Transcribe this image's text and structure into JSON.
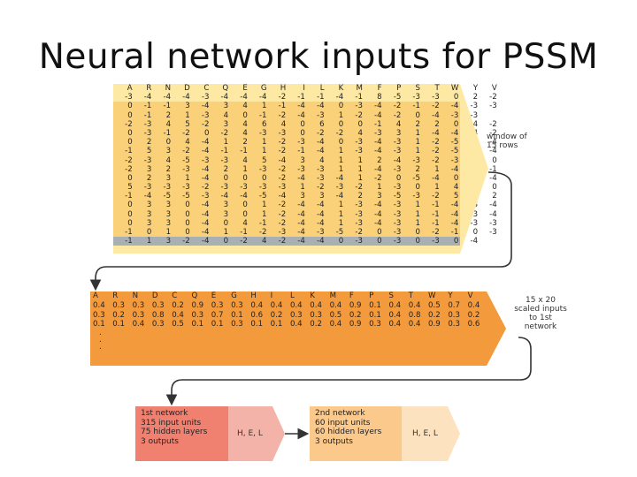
{
  "title": "Neural network inputs for PSSM",
  "pssm": {
    "headers": [
      "A",
      "R",
      "N",
      "D",
      "C",
      "Q",
      "E",
      "G",
      "H",
      "I",
      "L",
      "K",
      "M",
      "F",
      "P",
      "S",
      "T",
      "W",
      "Y",
      "V"
    ],
    "rows": [
      [
        "-3",
        "-4",
        "-4",
        "-4",
        "-3",
        "-4",
        "-4",
        "-4",
        "-2",
        "-1",
        "-1",
        "-4",
        "-1",
        "8",
        "-5",
        "-3",
        "-3",
        "0",
        "2",
        "-2"
      ],
      [
        "0",
        "-1",
        "-1",
        "3",
        "-4",
        "3",
        "4",
        "1",
        "-1",
        "-4",
        "-4",
        "0",
        "-3",
        "-4",
        "-2",
        "-1",
        "-2",
        "-4",
        "-3",
        "-3"
      ],
      [
        "0",
        "-1",
        "2",
        "1",
        "-3",
        "4",
        "0",
        "-1",
        "-2",
        "-4",
        "-3",
        "1",
        "-2",
        "-4",
        "-2",
        "0",
        "-4",
        "-3",
        "-3",
        ""
      ],
      [
        "-2",
        "-3",
        "4",
        "5",
        "-2",
        "3",
        "4",
        "6",
        "4",
        "0",
        "6",
        "0",
        "0",
        "-1",
        "4",
        "2",
        "2",
        "0",
        "4",
        "-2"
      ],
      [
        "0",
        "-3",
        "-1",
        "-2",
        "0",
        "-2",
        "4",
        "-3",
        "-3",
        "0",
        "-2",
        "-2",
        "4",
        "-3",
        "3",
        "1",
        "-4",
        "-4",
        "-4",
        "-2"
      ],
      [
        "0",
        "2",
        "0",
        "4",
        "-4",
        "1",
        "2",
        "1",
        "-2",
        "-3",
        "-4",
        "0",
        "-3",
        "-4",
        "-3",
        "1",
        "-2",
        "-5",
        "-4",
        "-4"
      ],
      [
        "-1",
        "5",
        "3",
        "-2",
        "-4",
        "-1",
        "-1",
        "1",
        "-2",
        "-1",
        "-4",
        "1",
        "-3",
        "-4",
        "-3",
        "1",
        "-2",
        "-5",
        "-4",
        "-4"
      ],
      [
        "-2",
        "-3",
        "4",
        "-5",
        "-3",
        "-3",
        "4",
        "5",
        "-4",
        "3",
        "4",
        "1",
        "1",
        "2",
        "-4",
        "-3",
        "-2",
        "-3",
        "1",
        "0"
      ],
      [
        "-2",
        "3",
        "2",
        "-3",
        "-4",
        "2",
        "1",
        "-3",
        "-2",
        "-3",
        "-3",
        "1",
        "1",
        "-4",
        "-3",
        "2",
        "1",
        "-4",
        "-3",
        "-1"
      ],
      [
        "0",
        "2",
        "3",
        "1",
        "-4",
        "0",
        "0",
        "0",
        "-2",
        "-4",
        "-3",
        "-4",
        "1",
        "-2",
        "0",
        "-5",
        "-4",
        "0",
        "-4",
        "-4"
      ],
      [
        "5",
        "-3",
        "-3",
        "-3",
        "-2",
        "-3",
        "-3",
        "-3",
        "-3",
        "1",
        "-2",
        "-3",
        "-2",
        "1",
        "-3",
        "0",
        "1",
        "4",
        "-2",
        "0"
      ],
      [
        "-1",
        "-4",
        "-5",
        "-5",
        "-3",
        "-4",
        "-4",
        "-5",
        "-4",
        "3",
        "3",
        "-4",
        "2",
        "3",
        "-5",
        "-3",
        "-2",
        "5",
        "-1",
        "2"
      ],
      [
        "0",
        "3",
        "3",
        "0",
        "-4",
        "3",
        "0",
        "1",
        "-2",
        "-4",
        "-4",
        "1",
        "-3",
        "-4",
        "-3",
        "1",
        "-1",
        "-4",
        "-3",
        "-4"
      ],
      [
        "0",
        "3",
        "3",
        "0",
        "-4",
        "3",
        "0",
        "1",
        "-2",
        "-4",
        "-4",
        "1",
        "-3",
        "-4",
        "-3",
        "1",
        "-1",
        "-4",
        "-3",
        "-4"
      ],
      [
        "0",
        "3",
        "3",
        "0",
        "-4",
        "0",
        "4",
        "-1",
        "-2",
        "-4",
        "-4",
        "1",
        "-3",
        "-4",
        "-3",
        "1",
        "-1",
        "-4",
        "-3",
        "-3"
      ],
      [
        "-1",
        "0",
        "1",
        "0",
        "-4",
        "1",
        "-1",
        "-2",
        "-3",
        "-4",
        "-3",
        "-5",
        "-2",
        "0",
        "-3",
        "0",
        "-2",
        "-1",
        "0",
        "-3"
      ],
      [
        "-1",
        "1",
        "3",
        "-2",
        "-4",
        "0",
        "-2",
        "4",
        "-2",
        "-4",
        "-4",
        "0",
        "-3",
        "0",
        "-3",
        "0",
        "-3",
        "0",
        "-4",
        ""
      ]
    ],
    "window_label": "window of\n15 rows"
  },
  "scaled": {
    "headers": [
      "A",
      "R",
      "N",
      "D",
      "C",
      "Q",
      "E",
      "G",
      "H",
      "I",
      "L",
      "K",
      "M",
      "F",
      "P",
      "S",
      "T",
      "W",
      "Y",
      "V"
    ],
    "rows": [
      [
        "0.4",
        "0.3",
        "0.3",
        "0.3",
        "0.2",
        "0.9",
        "0.3",
        "0.3",
        "0.4",
        "0.4",
        "0.4",
        "0.4",
        "0.4",
        "0.9",
        "0.1",
        "0.4",
        "0.4",
        "0.5",
        "0.7",
        "0.4"
      ],
      [
        "0.3",
        "0.2",
        "0.3",
        "0.8",
        "0.4",
        "0.3",
        "0.7",
        "0.1",
        "0.6",
        "0.2",
        "0.3",
        "0.3",
        "0.5",
        "0.2",
        "0.1",
        "0.4",
        "0.8",
        "0.2",
        "0.3",
        "0.2"
      ],
      [
        "0.1",
        "0.1",
        "0.4",
        "0.3",
        "0.5",
        "0.1",
        "0.1",
        "0.3",
        "0.1",
        "0.1",
        "0.4",
        "0.2",
        "0.4",
        "0.9",
        "0.3",
        "0.4",
        "0.4",
        "0.9",
        "0.3",
        "0.6"
      ]
    ],
    "dots": ".\n.\n.",
    "label": "15 x 20\nscaled inputs\nto 1st\nnetwork"
  },
  "net1": {
    "lines": [
      "1st network",
      "315 input units",
      "75 hidden layers",
      "3 outputs"
    ],
    "outputs": "H, E, L"
  },
  "net2": {
    "lines": [
      "2nd network",
      "60 input units",
      "60 hidden layers",
      "3 outputs"
    ],
    "outputs": "H, E, L"
  },
  "colors": {
    "pssm_bg": "#fde9a4",
    "window_bg": "#fad178",
    "scaled_bg": "#f39a3c",
    "net1_bg": "#f08070",
    "net2_bg": "#fbc98c"
  }
}
